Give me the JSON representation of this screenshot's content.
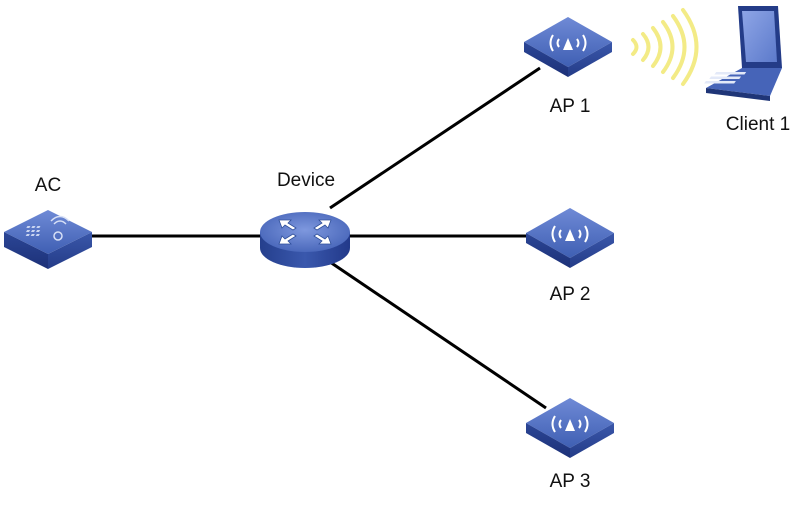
{
  "nodes": {
    "ac": {
      "label": "AC",
      "icon": "wireless-controller-icon"
    },
    "device": {
      "label": "Device",
      "icon": "switch-router-icon"
    },
    "ap1": {
      "label": "AP 1",
      "icon": "access-point-icon"
    },
    "ap2": {
      "label": "AP 2",
      "icon": "access-point-icon"
    },
    "ap3": {
      "label": "AP 3",
      "icon": "access-point-icon"
    },
    "client1": {
      "label": "Client 1",
      "icon": "laptop-icon"
    }
  },
  "links": [
    {
      "from": "ac",
      "to": "device",
      "type": "wired"
    },
    {
      "from": "device",
      "to": "ap1",
      "type": "wired"
    },
    {
      "from": "device",
      "to": "ap2",
      "type": "wired"
    },
    {
      "from": "device",
      "to": "ap3",
      "type": "wired"
    },
    {
      "from": "ap1",
      "to": "client1",
      "type": "wireless"
    }
  ],
  "colors": {
    "device_top": "#4f6fbf",
    "device_side": "#2f4f9a",
    "device_dark": "#1f3577",
    "link": "#000000",
    "wifi": "#f3eb86",
    "label": "#111111"
  }
}
